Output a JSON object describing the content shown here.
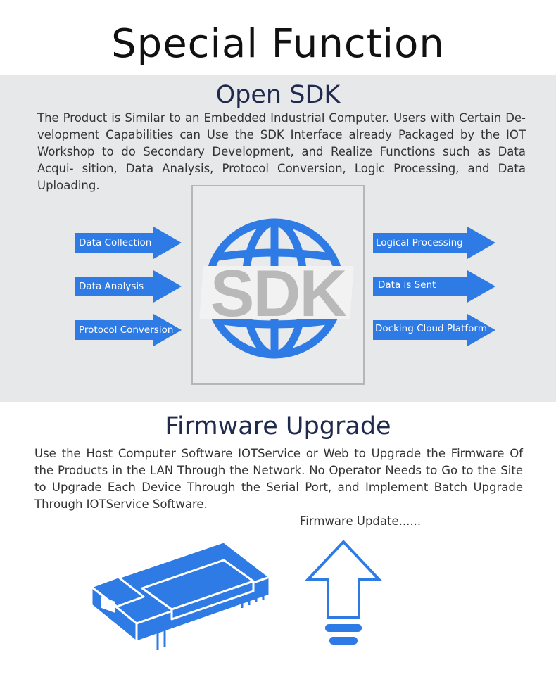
{
  "page": {
    "title": "Special Function"
  },
  "open_sdk": {
    "title": "Open SDK",
    "description": "The Product is Similar to an Embedded Industrial Computer. Users with Certain De- velopment Capabilities can Use the SDK Interface already Packaged by the IOT Workshop to do Secondary Development, and Realize Functions such as Data Acqui- sition, Data Analysis, Protocol Conversion, Logic Processing, and Data Uploading.",
    "center_label": "SDK",
    "center_icon": "globe-icon",
    "inputs": [
      "Data Collection",
      "Data Analysis",
      "Protocol Conversion"
    ],
    "outputs": [
      "Logical Processing",
      "Data is Sent",
      "Docking Cloud Platform"
    ]
  },
  "firmware": {
    "title": "Firmware Upgrade",
    "description": "Use the Host Computer Software IOTService or Web to Upgrade the Firmware Of the Products in the LAN Through the Network. No Operator Needs to Go to the Site to Upgrade Each Device Through the Serial Port, and Implement Batch Upgrade Through IOTService Software.",
    "caption": "Firmware Update......",
    "device_icon": "iot-module-icon",
    "update_icon": "upload-arrow-icon"
  },
  "colors": {
    "accent": "#2f7be5",
    "band_bg": "#e7e8ea",
    "title_navy": "#1f2a4d",
    "sdk_text": "#b9b9b9"
  }
}
